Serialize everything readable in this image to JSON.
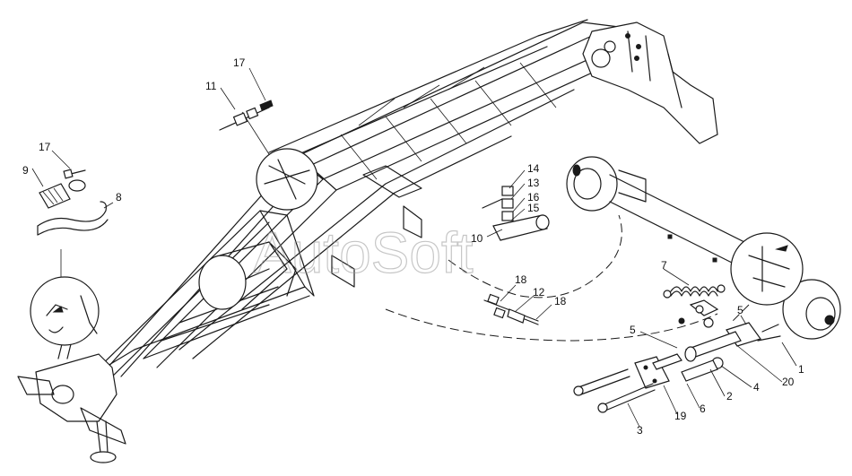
{
  "watermark": "AutoSoft",
  "callouts": [
    {
      "id": "c17a",
      "text": "17"
    },
    {
      "id": "c11",
      "text": "11"
    },
    {
      "id": "c17b",
      "text": "17"
    },
    {
      "id": "c9",
      "text": "9"
    },
    {
      "id": "c8",
      "text": "8"
    },
    {
      "id": "c14",
      "text": "14"
    },
    {
      "id": "c13",
      "text": "13"
    },
    {
      "id": "c16",
      "text": "16"
    },
    {
      "id": "c15",
      "text": "15"
    },
    {
      "id": "c10",
      "text": "10"
    },
    {
      "id": "c7",
      "text": "7"
    },
    {
      "id": "c18a",
      "text": "18"
    },
    {
      "id": "c12",
      "text": "12"
    },
    {
      "id": "c18b",
      "text": "18"
    },
    {
      "id": "c5a",
      "text": "5"
    },
    {
      "id": "c5b",
      "text": "5"
    },
    {
      "id": "c1",
      "text": "1"
    },
    {
      "id": "c20",
      "text": "20"
    },
    {
      "id": "c4",
      "text": "4"
    },
    {
      "id": "c2",
      "text": "2"
    },
    {
      "id": "c6",
      "text": "6"
    },
    {
      "id": "c19",
      "text": "19"
    },
    {
      "id": "c3",
      "text": "3"
    }
  ]
}
